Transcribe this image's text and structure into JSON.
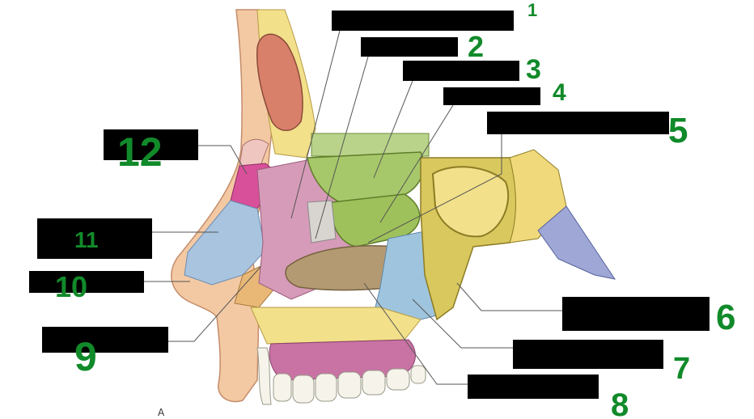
{
  "figure": {
    "panel_letter": "A",
    "colors": {
      "skin": "#f3c9a4",
      "nasal_bone": "#f0c6c0",
      "frontal_sinus": "#d9806a",
      "bone_yellow": "#f2e08a",
      "superior_concha": "#a7c86a",
      "middle_concha": "#9ec15b",
      "inferior_concha": "#b49a72",
      "septal_cartilage": "#a9c4df",
      "lateral_cartilage": "#d84f9a",
      "palatine_pink": "#d69bb8",
      "sphenoid": "#d9c85e",
      "occipital_clivus": "#9fa7d6",
      "maxilla_blue": "#9fc5de",
      "alar_tan": "#e9b877",
      "palate": "#c873a4",
      "teeth": "#f6f4ea",
      "label_box": "#000000",
      "annotation_green": "#118a2a"
    },
    "labels": [
      {
        "id": "label-1",
        "number": "1"
      },
      {
        "id": "label-2",
        "number": "2"
      },
      {
        "id": "label-3",
        "number": "3"
      },
      {
        "id": "label-4",
        "number": "4"
      },
      {
        "id": "label-5",
        "number": "5"
      },
      {
        "id": "label-6",
        "number": "6"
      },
      {
        "id": "label-7",
        "number": "7"
      },
      {
        "id": "label-8",
        "number": "8"
      },
      {
        "id": "label-9",
        "number": "9"
      },
      {
        "id": "label-10",
        "number": "10"
      },
      {
        "id": "label-11",
        "number": "11"
      },
      {
        "id": "label-12",
        "number": "12"
      }
    ]
  }
}
